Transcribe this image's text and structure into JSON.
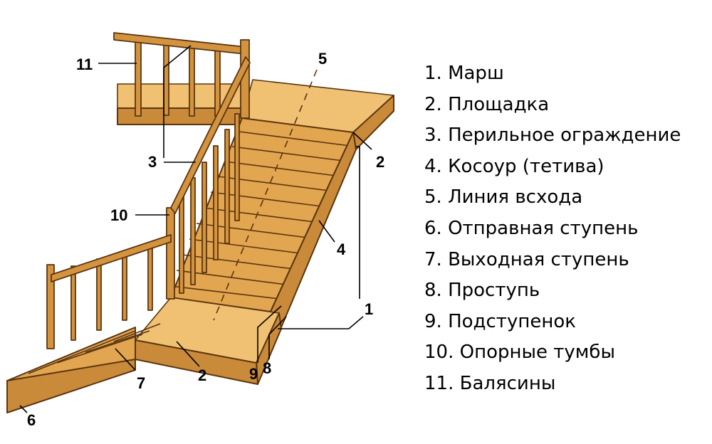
{
  "diagram": {
    "callouts": [
      "11",
      "3",
      "10",
      "6",
      "7",
      "2",
      "9",
      "8",
      "1",
      "4",
      "2",
      "5"
    ],
    "legend": [
      "1. Марш",
      "2. Площадка",
      "3. Перильное ограждение",
      "4. Косоур (тетива)",
      "5. Линия всхода",
      "6. Отправная ступень",
      "7. Выходная ступень",
      "8. Проступь",
      "9. Подступенок",
      "10. Опорные тумбы",
      "11. Балясины"
    ],
    "colors": {
      "wood": "#e2a550",
      "wood_light": "#f0c173",
      "wood_dark": "#c98a3a",
      "outline": "#5a3510"
    }
  }
}
